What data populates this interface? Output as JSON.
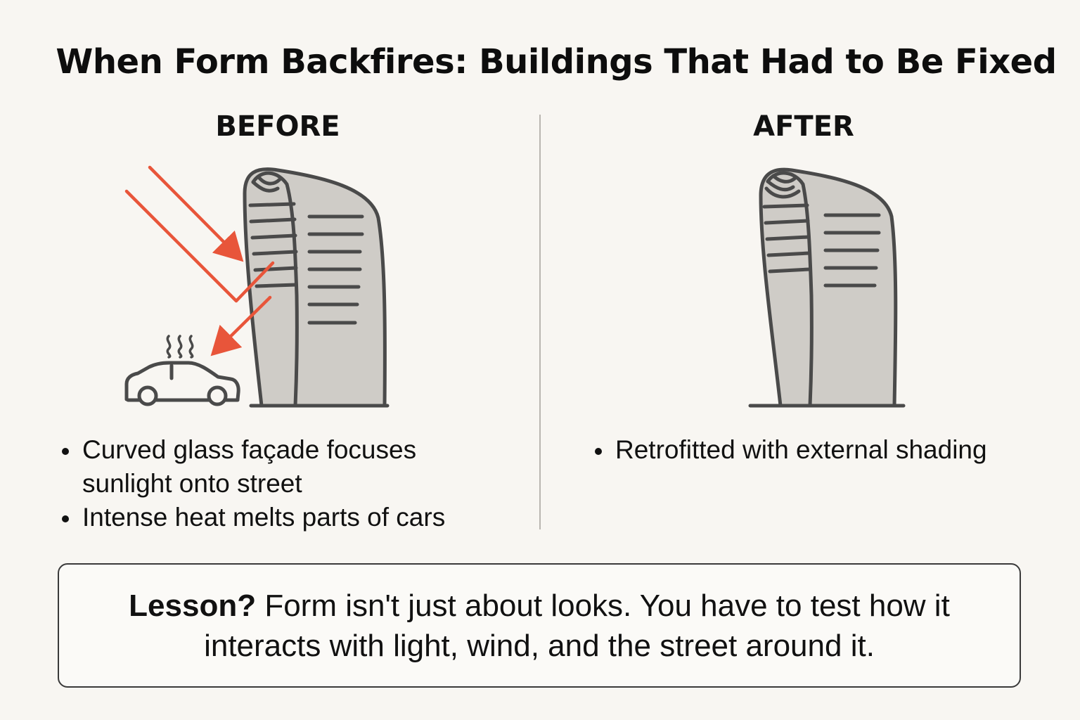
{
  "title": "When Form Backfires: Buildings That Had to Be Fixed",
  "before": {
    "heading": "BEFORE",
    "bullets": [
      "Curved glass façade focuses sunlight onto street",
      "Intense heat melts parts of cars"
    ]
  },
  "after": {
    "heading": "AFTER",
    "bullets": [
      "Retrofitted with external shading"
    ]
  },
  "lesson": {
    "lead": "Lesson?",
    "text": " Form isn't just about looks. You have to test how it interacts with light, wind, and the street around it."
  },
  "colors": {
    "background": "#f8f6f2",
    "outline": "#4a4a4a",
    "building_fill": "#cfccc7",
    "sun_ray": "#e8553a"
  },
  "icons": {
    "before_building": "building-icon",
    "after_building": "building-icon",
    "car": "car-icon",
    "heat": "heat-waves-icon",
    "rays": "sun-ray-arrow-icon"
  }
}
